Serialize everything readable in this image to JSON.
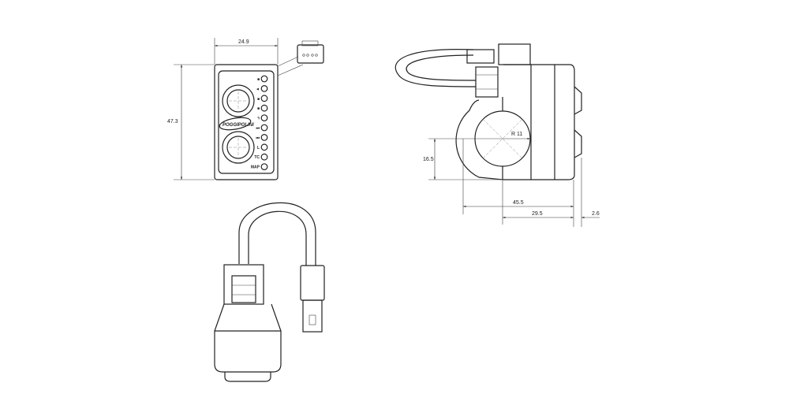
{
  "front_view": {
    "width_dim": "24.9",
    "height_dim": "47.3",
    "logo_text": "POGGIPOLINI",
    "button_labels": [
      "■",
      "◄",
      "■",
      "■",
      "ϟ",
      "⏭",
      "⏮",
      "L",
      "TC",
      "MAP"
    ]
  },
  "side_view": {
    "radius_dim": "R 11",
    "height_dim": "16.5",
    "total_depth_dim": "45.5",
    "center_depth_dim": "29.5",
    "button_dim": "2.6"
  },
  "arrow_color": "#222222"
}
